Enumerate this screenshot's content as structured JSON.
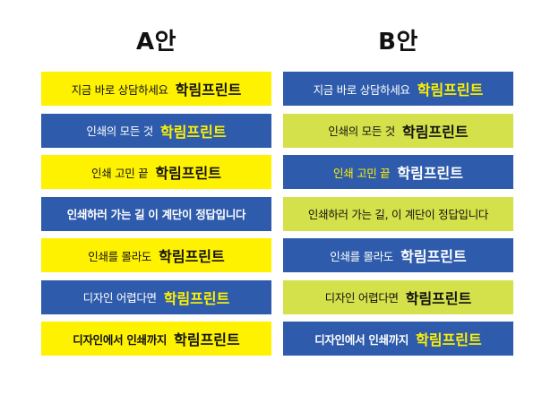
{
  "columns": [
    {
      "title": "A안",
      "rows": [
        {
          "text": "지금 바로 상담하세요",
          "brand": "학림프린트",
          "style": "yellow"
        },
        {
          "text": "인쇄의 모든 것",
          "brand": "학림프린트",
          "style": "blue"
        },
        {
          "text": "인쇄 고민 끝",
          "brand": "학림프린트",
          "style": "yellow"
        },
        {
          "text": "인쇄하러 가는 길 이 계단이 정답입니다",
          "brand": "",
          "style": "blue"
        },
        {
          "text": "인쇄를 몰라도",
          "brand": "학림프린트",
          "style": "yellow"
        },
        {
          "text": "디자인 어렵다면",
          "brand": "학림프린트",
          "style": "blue"
        },
        {
          "text": "디자인에서 인쇄까지",
          "brand": "학림프린트",
          "style": "yellow"
        }
      ]
    },
    {
      "title": "B안",
      "rows": [
        {
          "text": "지금 바로 상담하세요",
          "brand": "학림프린트",
          "style": "blue"
        },
        {
          "text": "인쇄의 모든 것",
          "brand": "학림프린트",
          "style": "green"
        },
        {
          "text": "인쇄 고민 끝",
          "brand": "학림프린트",
          "style": "blue"
        },
        {
          "text": "인쇄하러 가는 길, 이 계단이 정답입니다",
          "brand": "",
          "style": "green"
        },
        {
          "text": "인쇄를 몰라도",
          "brand": "학림프린트",
          "style": "blue"
        },
        {
          "text": "디자인 어렵다면",
          "brand": "학림프린트",
          "style": "green"
        },
        {
          "text": "디자인에서 인쇄까지",
          "brand": "학림프린트",
          "style": "blue"
        }
      ]
    }
  ],
  "colors": {
    "yellow": "#fff200",
    "blue": "#2e5bab",
    "green": "#d4e14a"
  }
}
